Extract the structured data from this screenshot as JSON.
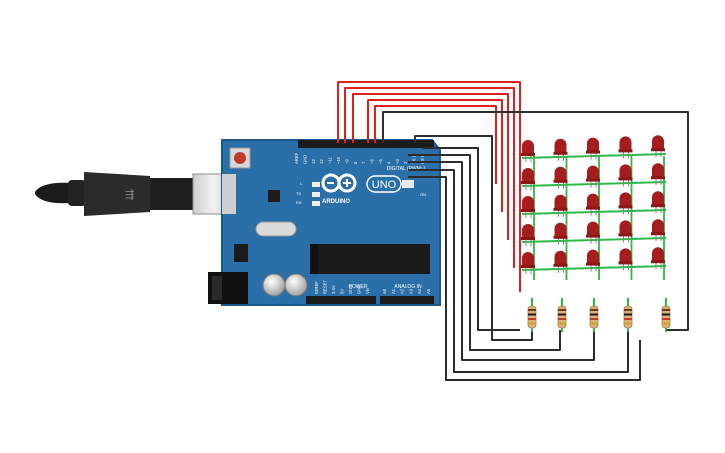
{
  "board": {
    "brand": "ARDUINO",
    "model": "UNO",
    "digital_label": "DIGITAL (PWM~)",
    "analog_label": "ANALOG IN",
    "power_label": "POWER",
    "on_label": "ON",
    "tx_label": "TX",
    "rx_label": "RX",
    "l_label": "L",
    "digital_pins": [
      "AREF",
      "GND",
      "13",
      "12",
      "~11",
      "~10",
      "~9",
      "8",
      "7",
      "~6",
      "~5",
      "4",
      "~3",
      "2",
      "TX 1",
      "RX 0"
    ],
    "power_pins": [
      "IOREF",
      "RESET",
      "3.3V",
      "5V",
      "GND",
      "GND",
      "Vin"
    ],
    "analog_pins": [
      "A0",
      "A1",
      "A2",
      "A3",
      "A4",
      "A5"
    ]
  },
  "matrix": {
    "rows": 5,
    "cols": 5
  },
  "colors": {
    "board": "#2a6fa8",
    "board_edge": "#1d5a8c",
    "led": "#a51d1d",
    "wire_red": "#e02020",
    "wire_black": "#2d2d2d",
    "wire_green": "#2fb84a"
  }
}
